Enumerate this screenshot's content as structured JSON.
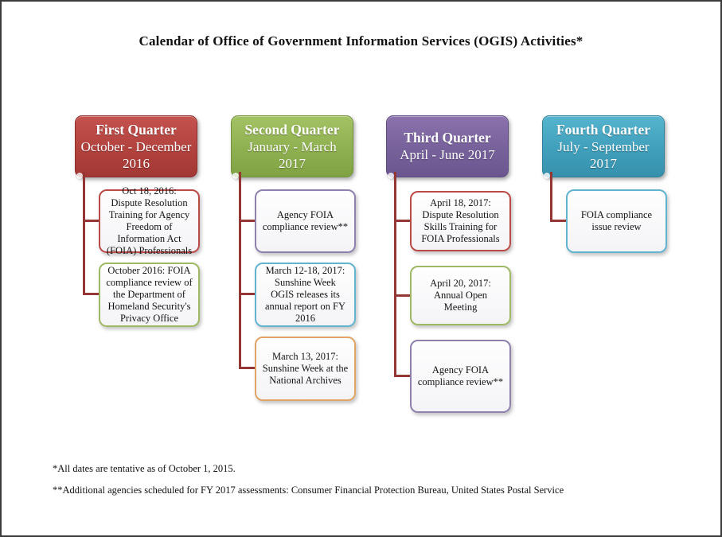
{
  "title": "Calendar of Office of Government Information Services (OGIS) Activities*",
  "connector_color": "#943634",
  "quarters": [
    {
      "name": "First Quarter",
      "period": "October - December 2016",
      "accent": "#B2423E",
      "items": [
        {
          "text": "Oct 18, 2016: Dispute Resolution Training for Agency Freedom of Information Act (FOIA) Professionals",
          "border_color": "#BA4A47"
        },
        {
          "text": "October 2016: FOIA compliance review of the Department of Homeland Security's Privacy Office",
          "border_color": "#9EB863"
        }
      ]
    },
    {
      "name": "Second Quarter",
      "period": "January - March 2017",
      "accent": "#8FB050",
      "items": [
        {
          "text": "Agency FOIA compliance review**",
          "border_color": "#8E81AC"
        },
        {
          "text": "March 12-18, 2017: Sunshine Week OGIS releases its annual report on FY 2016",
          "border_color": "#62B4CE"
        },
        {
          "text": "March 13, 2017: Sunshine Week at the National Archives",
          "border_color": "#DFA466"
        }
      ]
    },
    {
      "name": "Third Quarter",
      "period": "April - June 2017",
      "accent": "#77619B",
      "items": [
        {
          "text": "April 18, 2017: Dispute Resolution Skills Training for FOIA Professionals",
          "border_color": "#BA4A47"
        },
        {
          "text": "April 20, 2017: Annual Open Meeting",
          "border_color": "#9EB863"
        },
        {
          "text": "Agency FOIA compliance review**",
          "border_color": "#8E81AC"
        }
      ]
    },
    {
      "name": "Fourth Quarter",
      "period": "July - September 2017",
      "accent": "#409FBB",
      "items": [
        {
          "text": "FOIA compliance issue review",
          "border_color": "#62B4CE"
        }
      ]
    }
  ],
  "footnotes": [
    "*All dates are tentative as of October 1, 2015.",
    "**Additional agencies scheduled for FY 2017 assessments: Consumer Financial Protection Bureau, United States Postal Service"
  ]
}
